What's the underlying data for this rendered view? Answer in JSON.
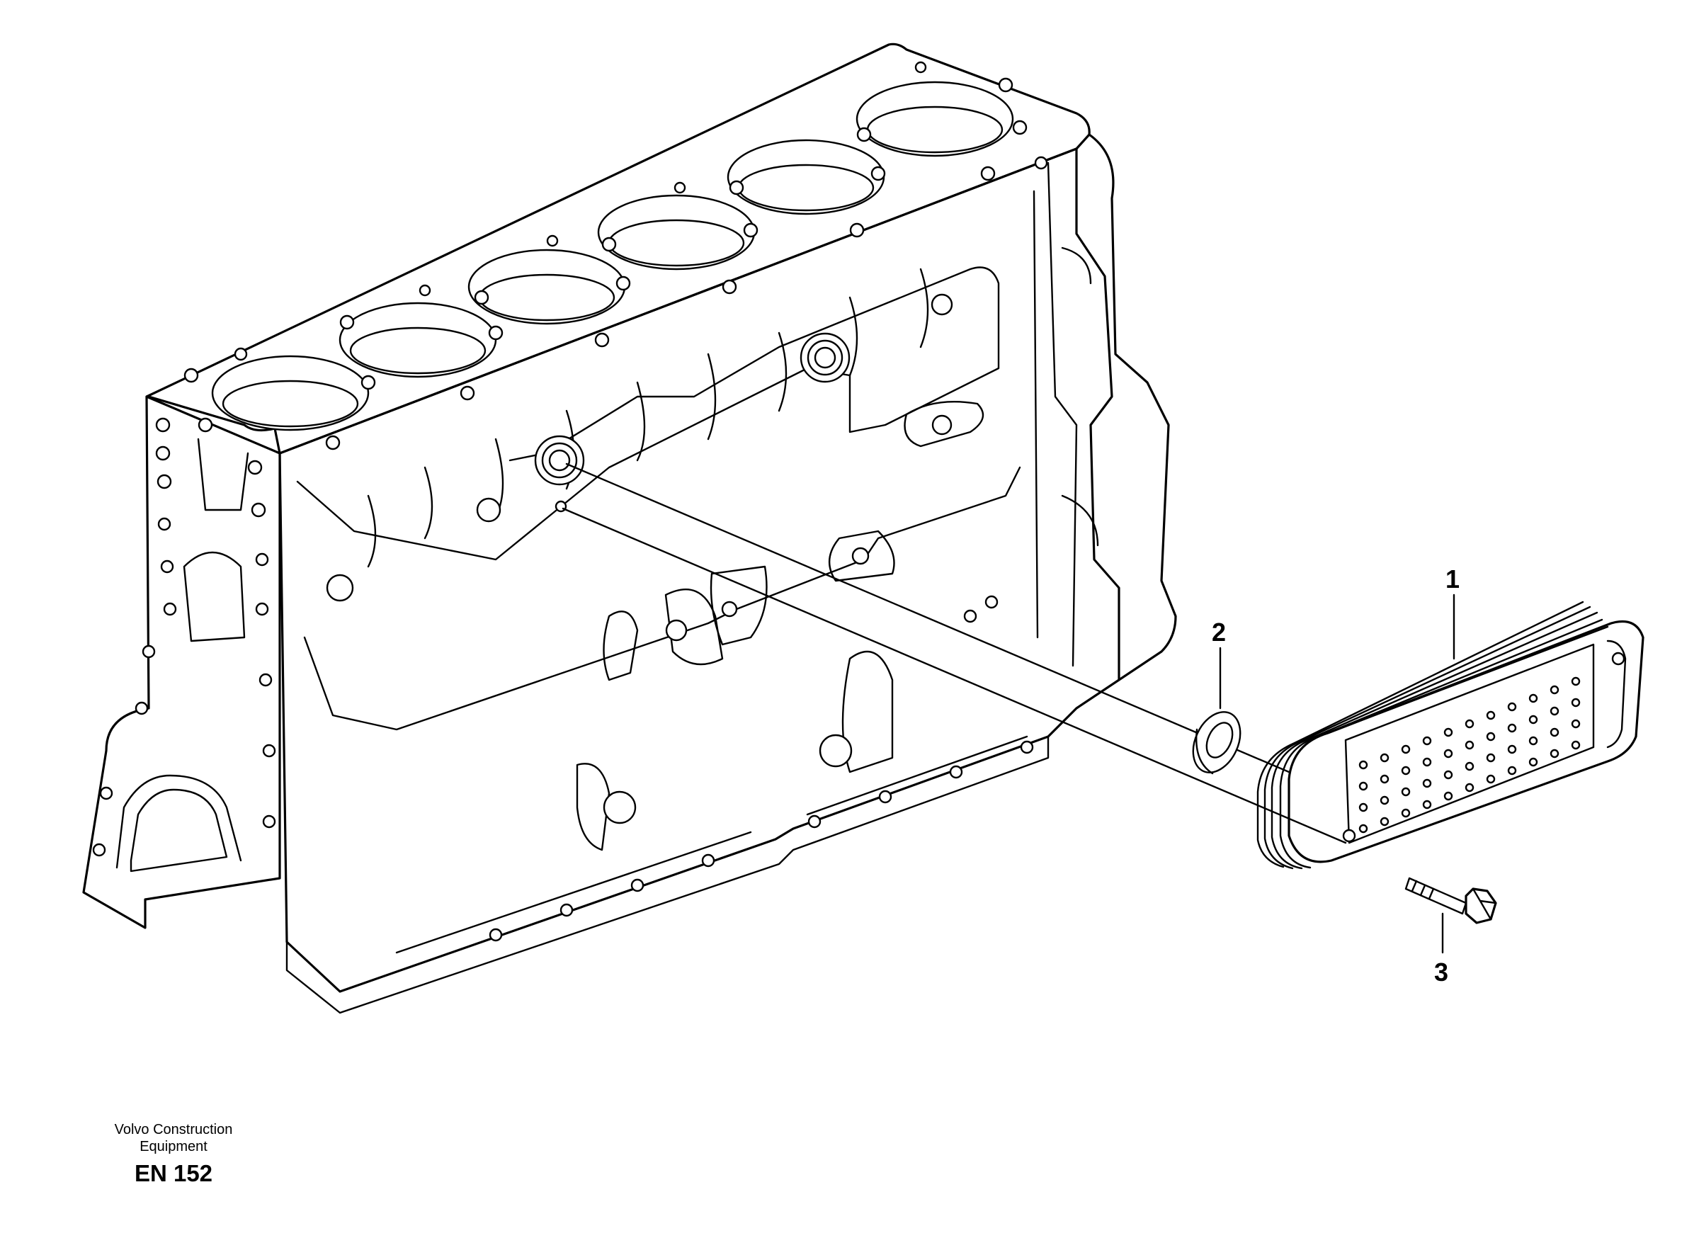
{
  "diagram": {
    "callouts": [
      {
        "id": "callout-1",
        "label": "1"
      },
      {
        "id": "callout-2",
        "label": "2"
      },
      {
        "id": "callout-3",
        "label": "3"
      }
    ]
  },
  "footer": {
    "brand_line1": "Volvo Construction",
    "brand_line2": "Equipment",
    "code": "EN 152"
  }
}
